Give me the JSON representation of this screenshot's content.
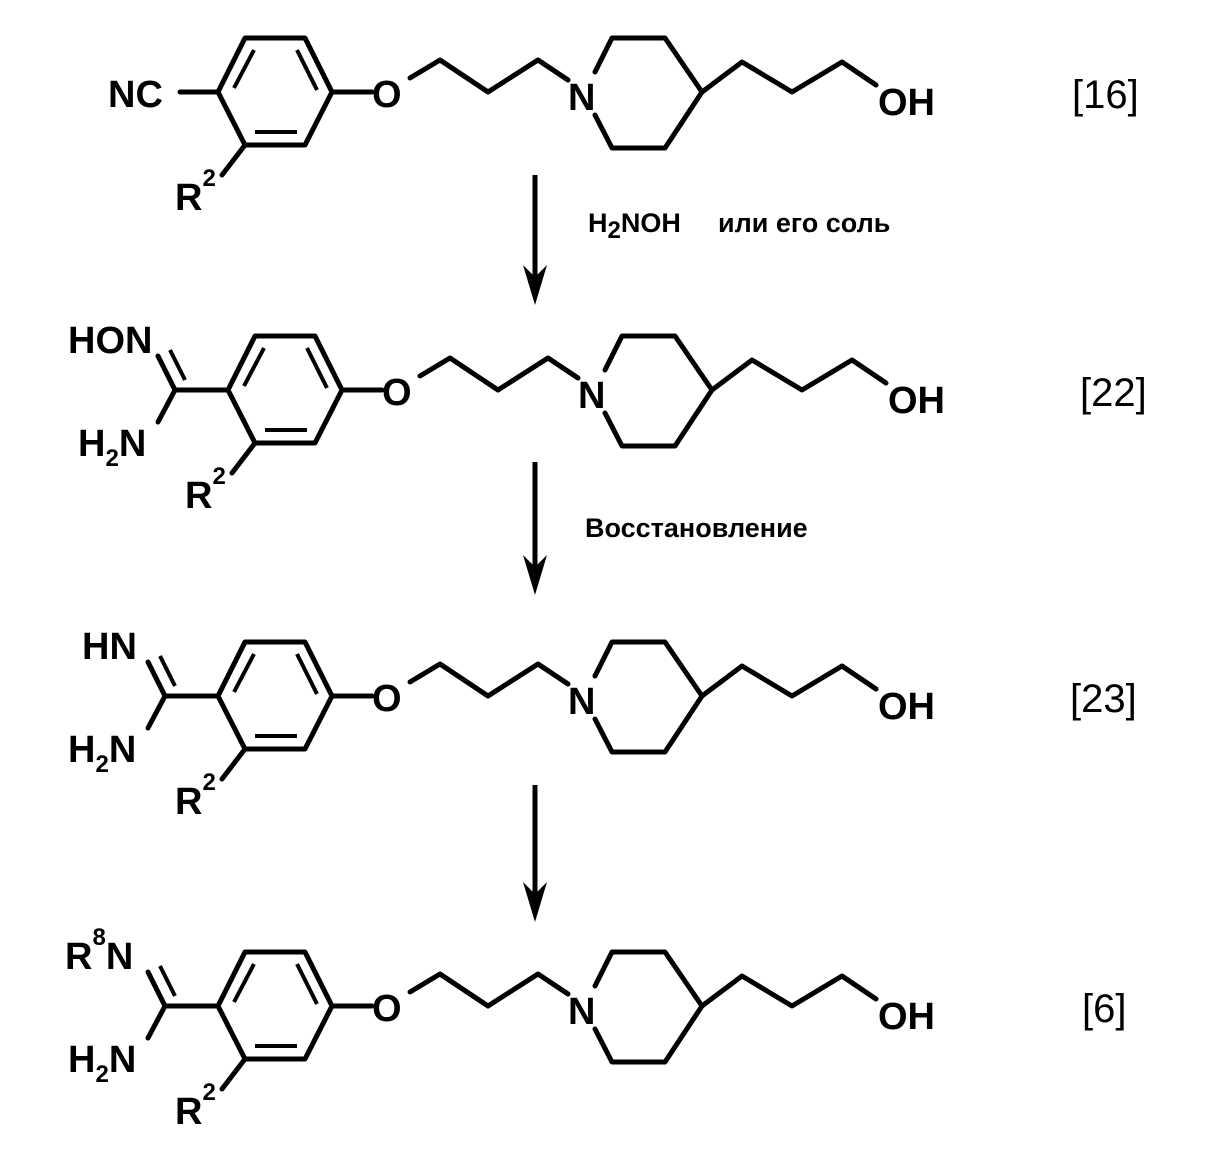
{
  "scheme": {
    "compounds": [
      {
        "id": "[16]",
        "head_group": "nitrile",
        "head_text": "NC",
        "substituent": "R",
        "substituent_sup": "2",
        "tail": "OH",
        "amine_N": "N",
        "ether_O": "O"
      },
      {
        "id": "[22]",
        "head_group": "amidoxime",
        "top_text": "HON",
        "bottom_text": "H",
        "bottom_sub": "2",
        "bottom_text2": "N",
        "substituent": "R",
        "substituent_sup": "2",
        "tail": "OH",
        "amine_N": "N",
        "ether_O": "O"
      },
      {
        "id": "[23]",
        "head_group": "amidine",
        "top_text": "HN",
        "bottom_text": "H",
        "bottom_sub": "2",
        "bottom_text2": "N",
        "substituent": "R",
        "substituent_sup": "2",
        "tail": "OH",
        "amine_N": "N",
        "ether_O": "O"
      },
      {
        "id": "[6]",
        "head_group": "substituted-amidine",
        "top_text": "R",
        "top_sup": "8",
        "top_text2": "N",
        "bottom_text": "H",
        "bottom_sub": "2",
        "bottom_text2": "N",
        "substituent": "R",
        "substituent_sup": "2",
        "tail": "OH",
        "amine_N": "N",
        "ether_O": "O"
      }
    ],
    "arrows": [
      {
        "reagent": "H",
        "reagent_sub": "2",
        "reagent_rest": "NOH",
        "reagent_text": "или его соль"
      },
      {
        "reagent_text": "Восстановление"
      },
      {
        "reagent_text": ""
      }
    ]
  }
}
